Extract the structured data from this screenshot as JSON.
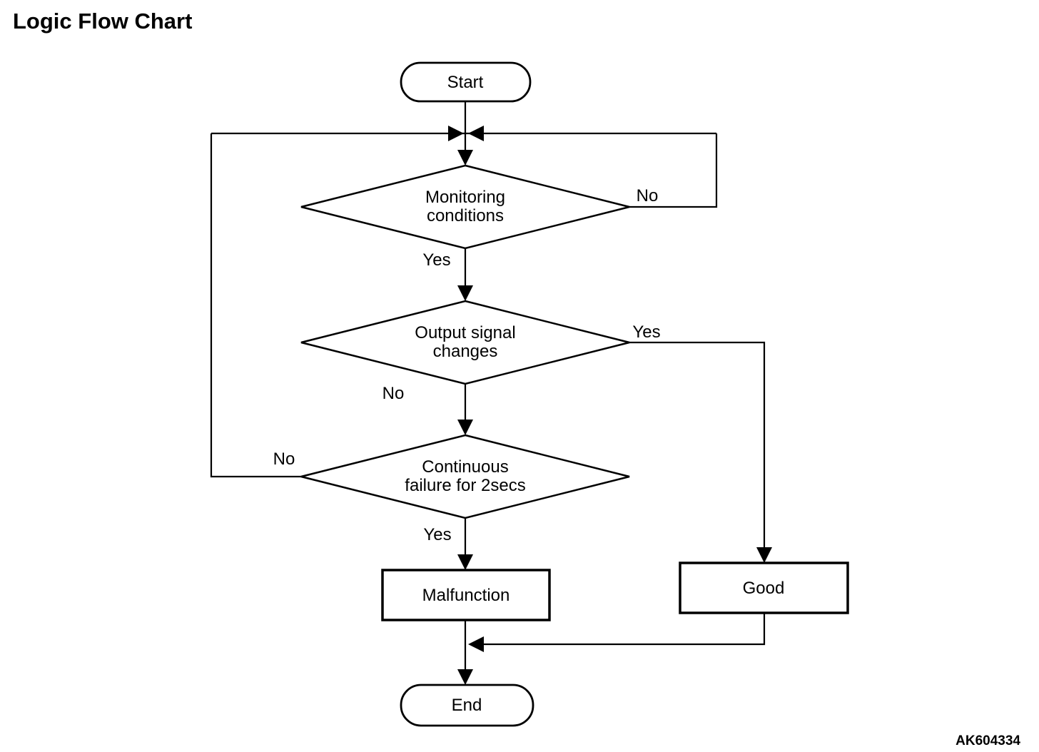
{
  "title": "Logic Flow Chart",
  "figure_code": "AK604334",
  "colors": {
    "background": "#ffffff",
    "line": "#000000",
    "text": "#000000"
  },
  "nodes": {
    "start": {
      "type": "terminator",
      "label": "Start"
    },
    "monitoring": {
      "type": "decision",
      "line1": "Monitoring",
      "line2": "conditions"
    },
    "output": {
      "type": "decision",
      "line1": "Output signal",
      "line2": "changes"
    },
    "continuous": {
      "type": "decision",
      "line1": "Continuous",
      "line2": "failure for 2secs"
    },
    "malfunction": {
      "type": "process",
      "label": "Malfunction"
    },
    "good": {
      "type": "process",
      "label": "Good"
    },
    "end": {
      "type": "terminator",
      "label": "End"
    }
  },
  "edges": {
    "monitoring_no": "No",
    "monitoring_yes": "Yes",
    "output_yes": "Yes",
    "output_no": "No",
    "continuous_no": "No",
    "continuous_yes": "Yes"
  }
}
